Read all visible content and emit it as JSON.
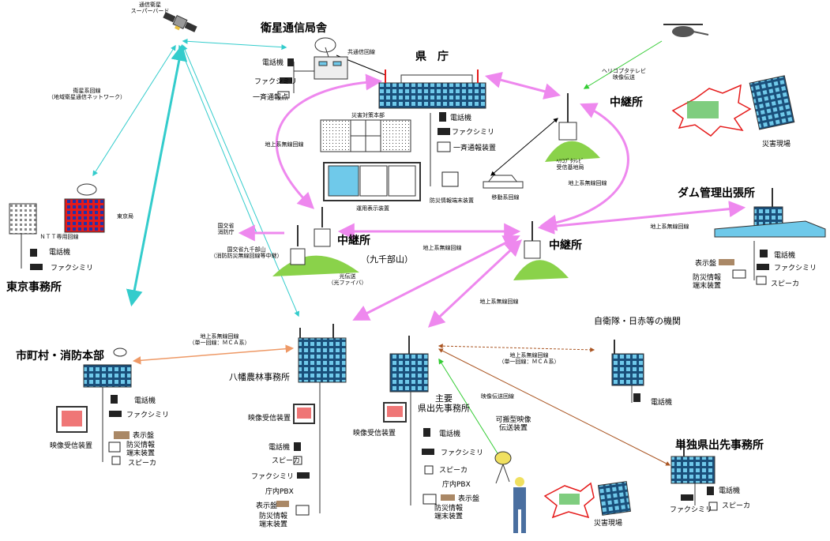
{
  "labels": {
    "satellite": "通信衛星\nスーパーバード",
    "satellite_link": "衛星系回線\n（地域衛星通信ネットワーク）",
    "sat_station": "衛星通信局舎",
    "sat_phone": "電話機",
    "sat_fax": "ファクシミリ",
    "sat_broadcast": "一斉通報点",
    "kyotsu_line": "共通信回線",
    "prefecture": "県　庁",
    "hq": "災害対策本部",
    "ops_display": "運用表示装置",
    "pref_phone": "電話機",
    "pref_fax": "ファクシミリ",
    "pref_broadcast": "一斉通報装置",
    "pref_terminal": "防災情報端末装置",
    "mobile_line": "移動系回線",
    "heli_base": "ﾍﾘｺﾌﾟﾀﾃﾚﾋﾞ\n受信基地局",
    "heli_tv": "ヘリコプタテレビ\n映像伝送",
    "disaster_site_1": "災害現場",
    "relay_ne": "中継所",
    "ground_radio_1": "地上系無線回線",
    "ground_radio_2": "地上系無線回線",
    "tokyo_station": "東京局",
    "ntt_line": "ＮＴＴ専用回線",
    "tokyo_phone": "電話機",
    "tokyo_fax": "ファクシミリ",
    "tokyo_office": "東京事務所",
    "mlit": "国交省\n消防庁",
    "mlit_kuchibu": "国交省九千部山\n（消防防災無線回線等中継）",
    "relay_kuchibu": "中継所",
    "kuchibu_name": "（九千部山）",
    "optical": "光伝送\n（光ファイバ）",
    "relay_center": "中継所",
    "ground_radio_3": "地上系無線回線",
    "ground_radio_4": "地上系無線回線",
    "ground_radio_5": "地上系無線回線",
    "dam_office": "ダム管理出張所",
    "dam_display": "表示盤",
    "dam_terminal": "防災情報\n端末装置",
    "dam_phone": "電話機",
    "dam_fax": "ファクシミリ",
    "dam_speaker": "スピーカ",
    "mca_left": "地上系無線回線\n（単一回線：ＭＣＡ系）",
    "mca_right": "地上系無線回線\n（単一回線：ＭＣＡ系）",
    "city_hq": "市町村・消防本部",
    "city_video": "映像受信装置",
    "city_phone": "電話機",
    "city_fax": "ファクシミリ",
    "city_display": "表示盤",
    "city_terminal": "防災情報\n端末装置",
    "city_speaker": "スピーカ",
    "yahata": "八幡農林事務所",
    "yahata_video": "映像受信装置",
    "yahata_phone": "電話機",
    "yahata_speaker": "スピーカ",
    "yahata_fax": "ファクシミリ",
    "yahata_pbx": "庁内PBX",
    "yahata_display": "表示盤",
    "yahata_terminal": "防災情報\n端末装置",
    "main_office": "主要\n県出先事務所",
    "main_video": "映像受信装置",
    "main_phone": "電話機",
    "main_fax": "ファクシミリ",
    "main_speaker": "スピーカ",
    "main_pbx": "庁内PBX",
    "main_display": "表示盤",
    "main_terminal": "防災情報\n端末装置",
    "video_link": "映像伝送回線",
    "portable": "可搬型映像\n伝送装置",
    "disaster_site_2": "災害現場",
    "sdf": "自衛隊・日赤等の機関",
    "sdf_phone": "電話機",
    "single_office": "単独県出先事務所",
    "single_phone": "電話機",
    "single_speaker": "スピーカ",
    "single_fax": "ファクシミリ"
  }
}
